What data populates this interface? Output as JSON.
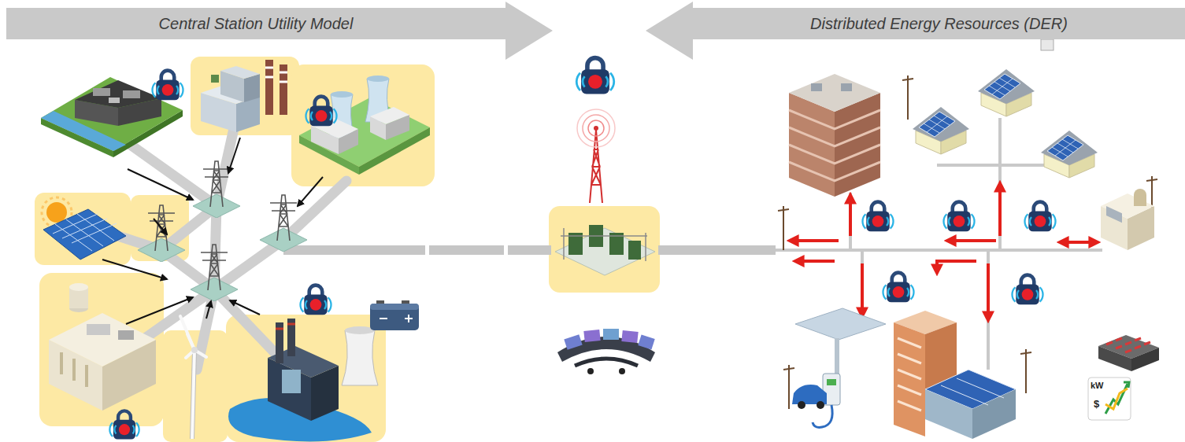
{
  "diagram": {
    "nodes": [
      {
        "text": [
          "Central Station Utility Model"
        ]
      },
      {
        "text": [
          "Distributed Energy Resources (DER)"
        ]
      }
    ],
    "labels": [
      "kW",
      "$"
    ]
  }
}
